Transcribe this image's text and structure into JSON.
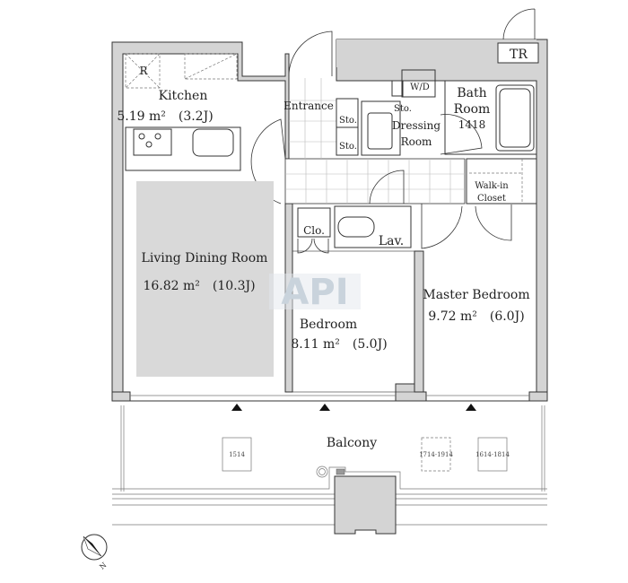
{
  "title": "Floor plan",
  "watermark": "API",
  "rooms": {
    "refrigerator": "R",
    "kitchen": {
      "name": "Kitchen",
      "area": "5.19 m²　(3.2J)"
    },
    "entrance": "Entrance",
    "storage_1": "Sto.",
    "storage_2": "Sto.",
    "washer_dryer": "W/D",
    "storage_3": "Sto.",
    "dressing_room": {
      "line1": "Dressing",
      "line2": "Room"
    },
    "bath_room": {
      "line1": "Bath",
      "line2": "Room",
      "line3": "1418"
    },
    "trunk_room": "TR",
    "walk_in_closet": {
      "line1": "Walk-in",
      "line2": "Closet"
    },
    "closet": "Clo.",
    "lavatory": "Lav.",
    "living_dining": {
      "name": "Living Dining Room",
      "area": "16.82 m²　(10.3J)"
    },
    "bedroom": {
      "name": "Bedroom",
      "area": "8.11 m²　(5.0J)"
    },
    "master_bedroom": {
      "name": "Master Bedroom",
      "area": "9.72 m²　(6.0J)"
    },
    "balcony": "Balcony"
  },
  "balcony_units": [
    "1514",
    "1714·1914",
    "1614·1814"
  ],
  "compass": {
    "label": "N"
  }
}
